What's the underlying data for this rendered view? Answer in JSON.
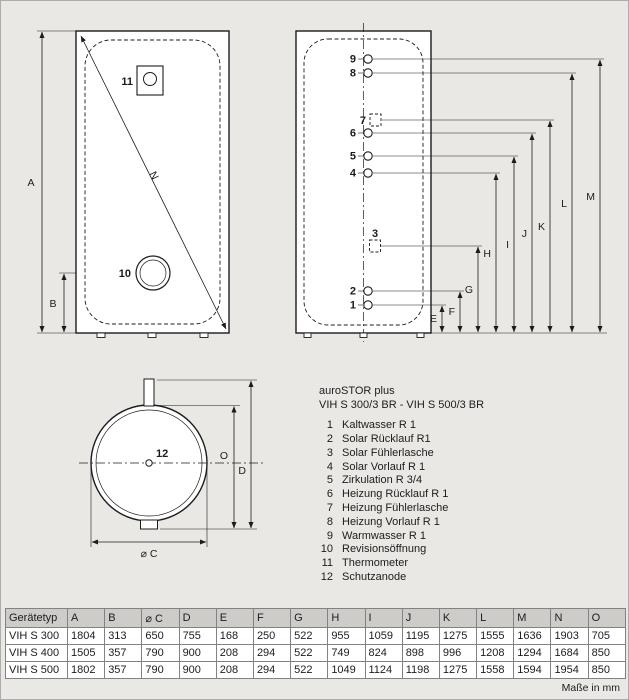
{
  "colors": {
    "bg": "#e9e8e5",
    "line": "#1c1c1c",
    "table_header_bg": "#cdccc9"
  },
  "front_view": {
    "dim_a": "A",
    "dim_b": "B",
    "dim_n": "N",
    "item_10": "10",
    "item_11": "11"
  },
  "side_view": {
    "connections": {
      "n1": "1",
      "n2": "2",
      "n3": "3",
      "n4": "4",
      "n5": "5",
      "n6": "6",
      "n7": "7",
      "n8": "8",
      "n9": "9"
    },
    "dimensions": {
      "e": "E",
      "f": "F",
      "g": "G",
      "h": "H",
      "i": "I",
      "j": "J",
      "k": "K",
      "l": "L",
      "m": "M"
    }
  },
  "top_view": {
    "dim_o": "O",
    "dim_d": "D",
    "dim_c": "⌀ C",
    "item_12": "12"
  },
  "legend": {
    "title": "auroSTOR plus",
    "subtitle": "VIH S 300/3 BR - VIH S 500/3 BR",
    "items": [
      {
        "num": "1",
        "label": "Kaltwasser R 1"
      },
      {
        "num": "2",
        "label": "Solar Rücklauf R1"
      },
      {
        "num": "3",
        "label": "Solar Fühlerlasche"
      },
      {
        "num": "4",
        "label": "Solar Vorlauf R 1"
      },
      {
        "num": "5",
        "label": "Zirkulation R 3/4"
      },
      {
        "num": "6",
        "label": "Heizung Rücklauf R 1"
      },
      {
        "num": "7",
        "label": "Heizung Fühlerlasche"
      },
      {
        "num": "8",
        "label": "Heizung Vorlauf R 1"
      },
      {
        "num": "9",
        "label": "Warmwasser R 1"
      },
      {
        "num": "10",
        "label": "Revisionsöffnung"
      },
      {
        "num": "11",
        "label": "Thermometer"
      },
      {
        "num": "12",
        "label": "Schutzanode"
      }
    ]
  },
  "table": {
    "headers": [
      "Gerätetyp",
      "A",
      "B",
      "⌀ C",
      "D",
      "E",
      "F",
      "G",
      "H",
      "I",
      "J",
      "K",
      "L",
      "M",
      "N",
      "O"
    ],
    "rows": [
      [
        "VIH S 300",
        "1804",
        "313",
        "650",
        "755",
        "168",
        "250",
        "522",
        "955",
        "1059",
        "1195",
        "1275",
        "1555",
        "1636",
        "1903",
        "705"
      ],
      [
        "VIH S 400",
        "1505",
        "357",
        "790",
        "900",
        "208",
        "294",
        "522",
        "749",
        "824",
        "898",
        "996",
        "1208",
        "1294",
        "1684",
        "850"
      ],
      [
        "VIH S 500",
        "1802",
        "357",
        "790",
        "900",
        "208",
        "294",
        "522",
        "1049",
        "1124",
        "1198",
        "1275",
        "1558",
        "1594",
        "1954",
        "850"
      ]
    ],
    "footer": "Maße in mm"
  }
}
